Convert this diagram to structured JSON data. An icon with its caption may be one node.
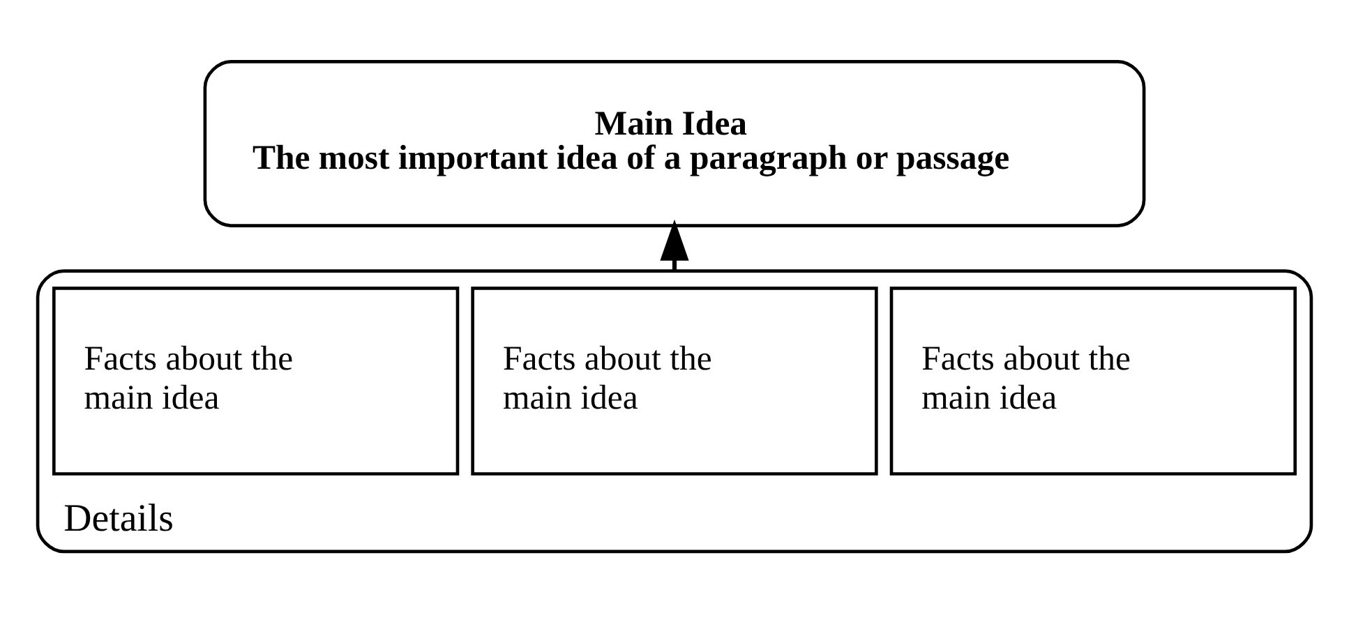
{
  "diagram": {
    "nodes": [
      {
        "text": [
          "Main Idea",
          "The most important idea of a paragraph or passage"
        ]
      },
      {
        "text": [
          "Details"
        ]
      },
      {
        "text": [
          "Facts about the main idea"
        ],
        "in": 1
      },
      {
        "text": [
          "Facts about the main idea"
        ],
        "in": 1
      },
      {
        "text": [
          "Facts about the main idea"
        ],
        "in": 1
      }
    ],
    "edges": [
      {
        "from": 1,
        "to": 0,
        "arrow": "to"
      }
    ]
  }
}
